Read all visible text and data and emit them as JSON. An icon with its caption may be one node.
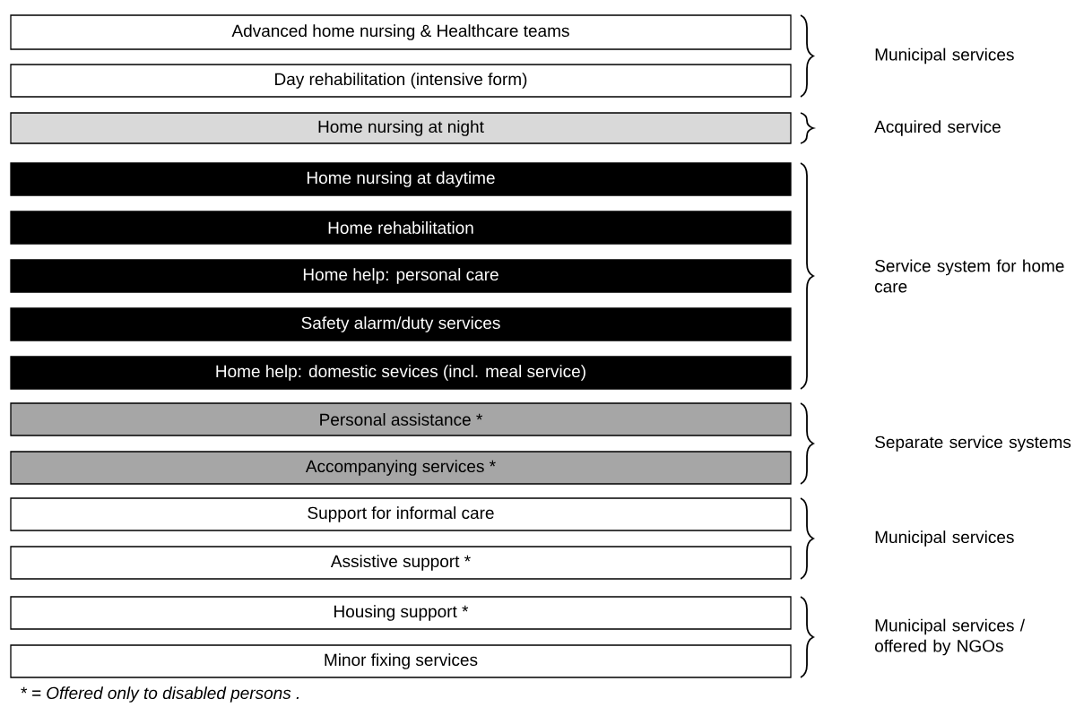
{
  "diagram": {
    "caption": "* = Offered only to disabled persons .",
    "nodes": [
      {
        "text": [
          "Advanced home nursing & Healthcare teams"
        ]
      },
      {
        "text": [
          "Day rehabilitation (intensive form)"
        ]
      },
      {
        "text": [
          "Home nursing at night"
        ]
      },
      {
        "text": [
          "Home nursing at daytime"
        ]
      },
      {
        "text": [
          "Home rehabilitation"
        ]
      },
      {
        "text": [
          "Home help: personal care"
        ]
      },
      {
        "text": [
          "Safety alarm/duty services"
        ]
      },
      {
        "text": [
          "Home help: domestic sevices (incl. meal service)"
        ]
      },
      {
        "text": [
          "Personal assistance *"
        ]
      },
      {
        "text": [
          "Accompanying services *"
        ]
      },
      {
        "text": [
          "Support for informal care"
        ]
      },
      {
        "text": [
          "Assistive support *"
        ]
      },
      {
        "text": [
          "Housing support *"
        ]
      },
      {
        "text": [
          "Minor fixing services"
        ]
      }
    ],
    "labels": [
      "Municipal services",
      "Acquired service",
      "Service system for home care",
      "Separate service systems",
      "Municipal services",
      "Municipal services / offered by NGOs"
    ]
  }
}
